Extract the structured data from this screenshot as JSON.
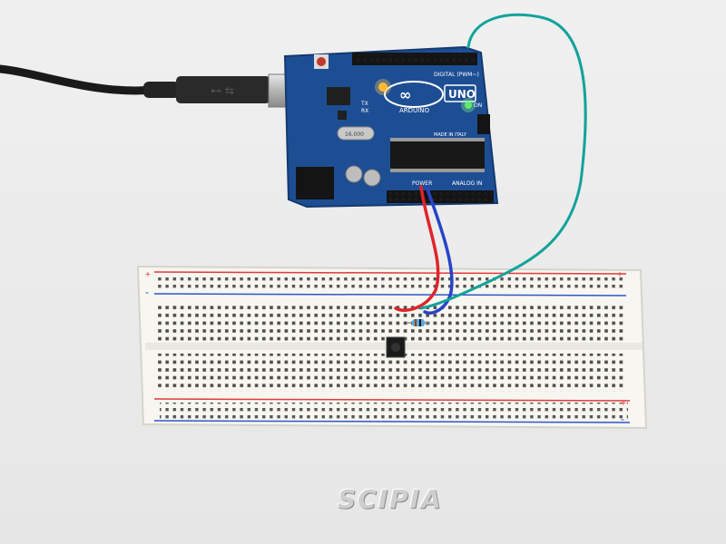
{
  "scene": {
    "background": "#ececec",
    "board": {
      "brand": "ARDUINO",
      "model": "UNO",
      "digital_label": "DIGITAL (PWM~)",
      "analog_label": "ANALOG IN",
      "power_label": "POWER",
      "tx_label": "TX",
      "rx_label": "RX",
      "on_label": "ON",
      "made_label": "MADE IN ITALY",
      "crystal_label": "16.000",
      "color": "#1d4e94"
    },
    "wires": {
      "usb_cable": "#1a1a1a",
      "red": "#e0242b",
      "blue": "#2744c9",
      "teal": "#12a39a"
    },
    "breadboard": {
      "color": "#f7f6f1",
      "rail_red": "#e13b3b",
      "rail_blue": "#2f56c8",
      "plus": "+",
      "minus": "-"
    },
    "watermark": "SCIPIA"
  }
}
